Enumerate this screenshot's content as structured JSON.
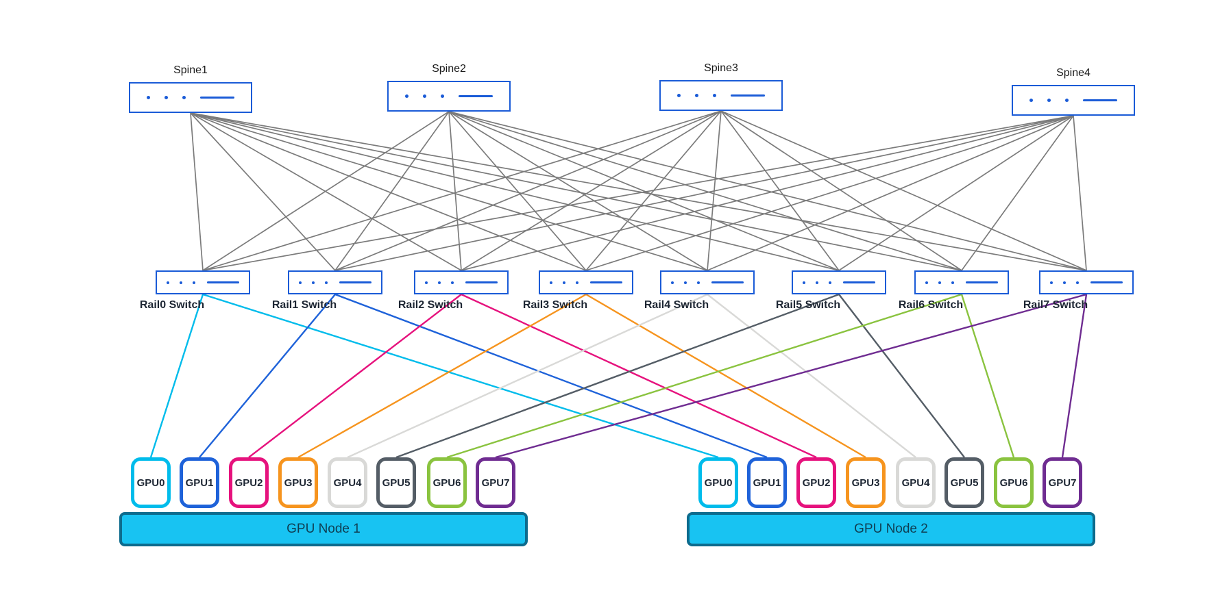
{
  "diagram": {
    "spines": [
      {
        "label": "Spine1"
      },
      {
        "label": "Spine2"
      },
      {
        "label": "Spine3"
      },
      {
        "label": "Spine4"
      }
    ],
    "rails": [
      {
        "label": "Rail0 Switch",
        "color": "#00bceb"
      },
      {
        "label": "Rail1 Switch",
        "color": "#1e62d9"
      },
      {
        "label": "Rail2 Switch",
        "color": "#e6127d"
      },
      {
        "label": "Rail3 Switch",
        "color": "#f6941e"
      },
      {
        "label": "Rail4 Switch",
        "color": "#d9d9d7"
      },
      {
        "label": "Rail5 Switch",
        "color": "#545d66"
      },
      {
        "label": "Rail6 Switch",
        "color": "#8ac33f"
      },
      {
        "label": "Rail7 Switch",
        "color": "#6f2c91"
      }
    ],
    "gpu_nodes": [
      {
        "label": "GPU Node 1",
        "gpus": [
          {
            "label": "GPU0",
            "color": "#00bceb"
          },
          {
            "label": "GPU1",
            "color": "#1e62d9"
          },
          {
            "label": "GPU2",
            "color": "#e6127d"
          },
          {
            "label": "GPU3",
            "color": "#f6941e"
          },
          {
            "label": "GPU4",
            "color": "#d9d9d7"
          },
          {
            "label": "GPU5",
            "color": "#545d66"
          },
          {
            "label": "GPU6",
            "color": "#8ac33f"
          },
          {
            "label": "GPU7",
            "color": "#6f2c91"
          }
        ]
      },
      {
        "label": "GPU Node 2",
        "gpus": [
          {
            "label": "GPU0",
            "color": "#00bceb"
          },
          {
            "label": "GPU1",
            "color": "#1e62d9"
          },
          {
            "label": "GPU2",
            "color": "#e6127d"
          },
          {
            "label": "GPU3",
            "color": "#f6941e"
          },
          {
            "label": "GPU4",
            "color": "#d9d9d7"
          },
          {
            "label": "GPU5",
            "color": "#545d66"
          },
          {
            "label": "GPU6",
            "color": "#8ac33f"
          },
          {
            "label": "GPU7",
            "color": "#6f2c91"
          }
        ]
      }
    ],
    "topology": {
      "spine_rail_full_mesh": true,
      "rail_gpu_same_index_per_node": true
    },
    "colors": {
      "switch_border": "#1a5bd7",
      "mesh_line": "#7b7b7b",
      "node_bar_fill": "#18c3f2",
      "node_bar_border": "#0d6b8d",
      "node_bar_text": "#0f3e52",
      "label_text": "#1d2633"
    }
  }
}
